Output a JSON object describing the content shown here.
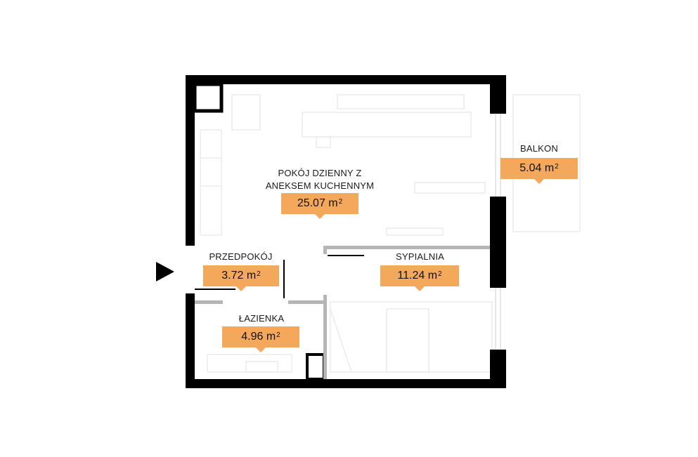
{
  "rooms": [
    {
      "id": "living",
      "label_line1": "POKÓJ DZIENNY Z",
      "label_line2": "ANEKSEM KUCHENNYM",
      "area": "25.07 m",
      "unit_sup": "2"
    },
    {
      "id": "balcony",
      "label_line1": "BALKON",
      "area": "5.04 m",
      "unit_sup": "2"
    },
    {
      "id": "hall",
      "label_line1": "PRZEDPOKÓJ",
      "area": "3.72 m",
      "unit_sup": "2"
    },
    {
      "id": "bedroom",
      "label_line1": "SYPIALNIA",
      "area": "11.24 m",
      "unit_sup": "2"
    },
    {
      "id": "bathroom",
      "label_line1": "ŁAZIENKA",
      "area": "4.96 m",
      "unit_sup": "2"
    }
  ],
  "colors": {
    "wall": "#000000",
    "partition": "#b5b5b5",
    "badge": "#f4a85c",
    "furniture": "#ececec"
  },
  "icons": [
    "entrance-arrow-icon"
  ]
}
